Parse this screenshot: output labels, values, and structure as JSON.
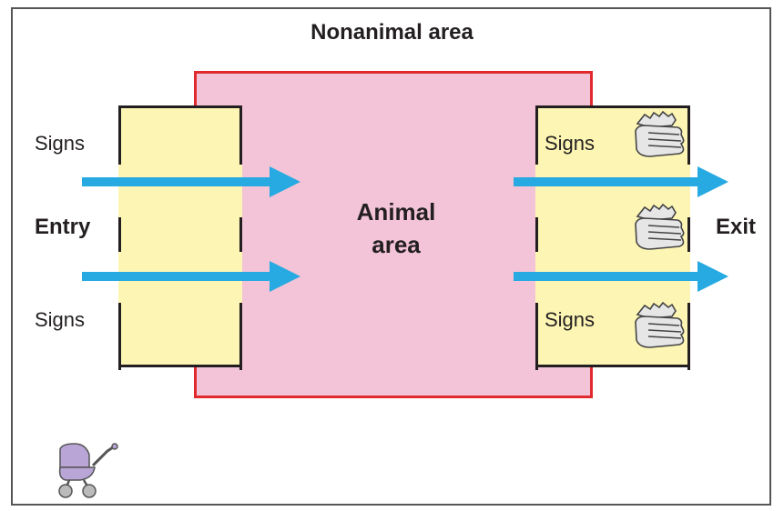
{
  "diagram": {
    "title": "Nonanimal area",
    "center_label_line1": "Animal",
    "center_label_line2": "area",
    "entry_label": "Entry",
    "exit_label": "Exit",
    "entry_signs_top": "Signs",
    "entry_signs_bottom": "Signs",
    "exit_signs_top": "Signs",
    "exit_signs_bottom": "Signs"
  },
  "colors": {
    "frame": "#555555",
    "animal_area_fill": "#f3c4d7",
    "animal_area_border": "#e02a2e",
    "zone_fill": "#fdf5b4",
    "arrow": "#27aae1",
    "text": "#231f20",
    "stroller": "#b9a5d6"
  },
  "icons": {
    "handwash": "handwashing-icon",
    "stroller": "stroller-icon",
    "arrow": "arrow-right-icon"
  }
}
